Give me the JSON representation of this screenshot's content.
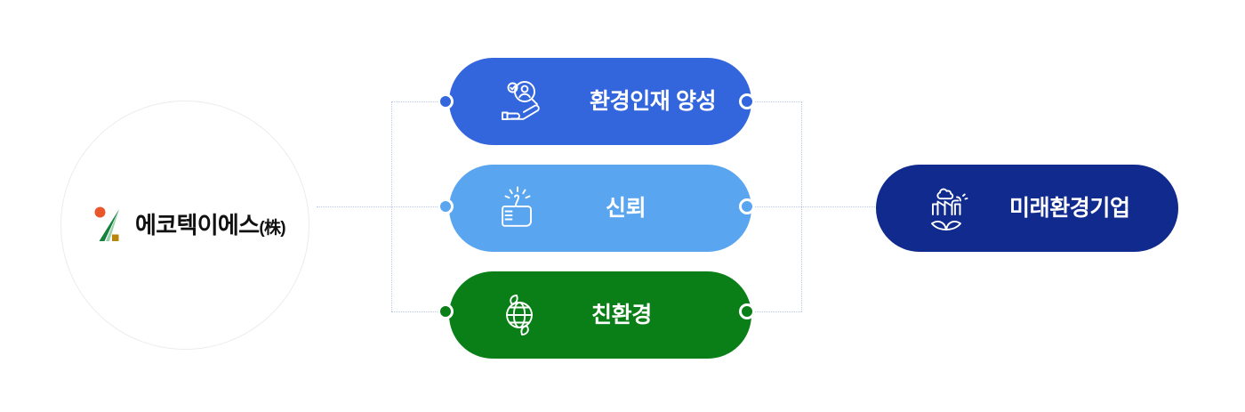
{
  "diagram": {
    "type": "vision-value-flow",
    "brand": {
      "name": "에코텍이에스",
      "suffix": "(株)",
      "logo_icon": "ecotech-leaf-slash-logo",
      "mark_colors": {
        "dot": "#e8562a",
        "leaf": "#16813c",
        "square": "#b8860b"
      },
      "circle_border_color": "#ececed"
    },
    "values": [
      {
        "id": "talent",
        "label": "환경인재 양성",
        "icon": "hand-magnifier-person-icon",
        "color": "#3366dd",
        "dot_color": "#3366dd"
      },
      {
        "id": "trust",
        "label": "신뢰",
        "icon": "thumbs-up-icon",
        "color": "#5aa5f0",
        "dot_color": "#5aa5f0"
      },
      {
        "id": "eco",
        "label": "친환경",
        "icon": "globe-leaves-icon",
        "color": "#0a7f18",
        "dot_color": "#0a7f18"
      }
    ],
    "outcome": {
      "id": "future-eco-company",
      "label": "미래환경기업",
      "icon": "factory-leaves-icon",
      "color": "#102a8e"
    },
    "connector": {
      "style": "dotted",
      "color": "#b9c9ee"
    }
  }
}
